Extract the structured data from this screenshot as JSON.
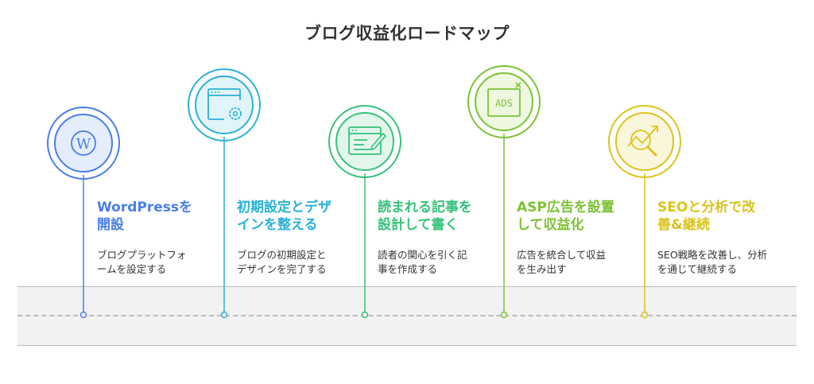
{
  "title": "ブログ収益化ロードマップ",
  "colors": {
    "step1": "#4a7de8",
    "step2": "#2ab1d6",
    "step3": "#35c27a",
    "step4": "#7cc234",
    "step5": "#d9c41c",
    "road": "#f2f2f2",
    "road_line": "#bdbdbd"
  },
  "steps": [
    {
      "title_line1": "WordPressを",
      "title_line2": "開設",
      "desc_line1": "ブログプラットフォ",
      "desc_line2": "ームを設定する",
      "icon": "wordpress-icon"
    },
    {
      "title_line1": "初期設定とデザ",
      "title_line2": "インを整える",
      "desc_line1": "ブログの初期設定と",
      "desc_line2": "デザインを完了する",
      "icon": "settings-window-icon"
    },
    {
      "title_line1": "読まれる記事を",
      "title_line2": "設計して書く",
      "desc_line1": "読者の関心を引く記",
      "desc_line2": "事を作成する",
      "icon": "edit-document-icon"
    },
    {
      "title_line1": "ASP広告を設置",
      "title_line2": "して収益化",
      "desc_line1": "広告を統合して収益",
      "desc_line2": "を生み出す",
      "icon": "ads-window-icon",
      "icon_text": "ADS"
    },
    {
      "title_line1": "SEOと分析で改",
      "title_line2": "善&継続",
      "desc_line1": "SEO戦略を改善し、分析",
      "desc_line2": "を通じて継続する",
      "icon": "seo-analysis-icon"
    }
  ]
}
